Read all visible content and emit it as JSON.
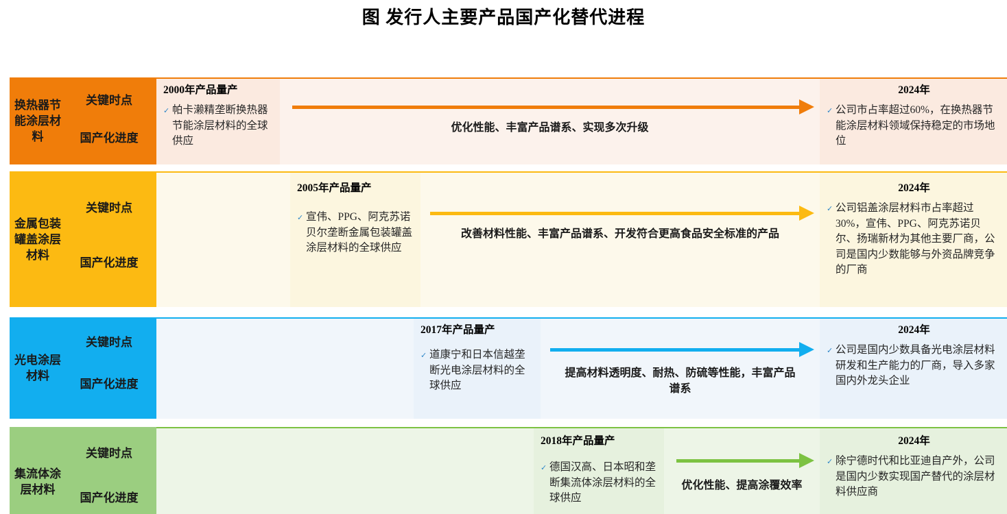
{
  "title": "图 发行人主要产品国产化替代进程",
  "labels": {
    "key_time": "关键时点",
    "localization_progress": "国产化进度",
    "tick_icon": "check-icon"
  },
  "colors": {
    "row1_accent": "#F07D0A",
    "row1_bg": "#FBEAE0",
    "row1_bg_alt": "#FCF2EC",
    "row2_accent": "#FCBA12",
    "row2_bg": "#FCF6DF",
    "row2_bg_alt": "#FDF9EB",
    "row3_accent": "#12AEEF",
    "row3_bg": "#EAF2FA",
    "row3_bg_alt": "#F1F6FB",
    "row4_accent": "#7CC242",
    "row4_bg": "#E6F1DE",
    "row4_bg_alt": "#EDF5E7",
    "tick_color": "#2E86C8"
  },
  "rows": [
    {
      "product": "换热器节能涂层材料",
      "start": {
        "title": "2000年产品量产",
        "bullet": "帕卡濑精垄断换热器节能涂层材料的全球供应"
      },
      "arrow_caption": "优化性能、丰富产品谱系、实现多次升级",
      "end": {
        "title": "2024年",
        "bullet": "公司市占率超过60%，在换热器节能涂层材料领域保持稳定的市场地位"
      }
    },
    {
      "product": "金属包装罐盖涂层材料",
      "start": {
        "title": "2005年产品量产",
        "bullet": "宣伟、PPG、阿克苏诺贝尔垄断金属包装罐盖涂层材料的全球供应"
      },
      "arrow_caption": "改善材料性能、丰富产品谱系、开发符合更高食品安全标准的产品",
      "end": {
        "title": "2024年",
        "bullet": "公司铝盖涂层材料市占率超过30%，宣伟、PPG、阿克苏诺贝尔、扬瑞新材为其他主要厂商，公司是国内少数能够与外资品牌竞争的厂商"
      }
    },
    {
      "product": "光电涂层材料",
      "start": {
        "title": "2017年产品量产",
        "bullet": "道康宁和日本信越垄断光电涂层材料的全球供应"
      },
      "arrow_caption": "提高材料透明度、耐热、防硫等性能，丰富产品谱系",
      "end": {
        "title": "2024年",
        "bullet": "公司是国内少数具备光电涂层材料研发和生产能力的厂商，导入多家国内外龙头企业"
      }
    },
    {
      "product": "集流体涂层材料",
      "start": {
        "title": "2018年产品量产",
        "bullet": "德国汉高、日本昭和垄断集流体涂层材料的全球供应"
      },
      "arrow_caption": "优化性能、提高涂覆效率",
      "end": {
        "title": "2024年",
        "bullet": "除宁德时代和比亚迪自产外，公司是国内少数实现国产替代的涂层材料供应商"
      }
    }
  ]
}
